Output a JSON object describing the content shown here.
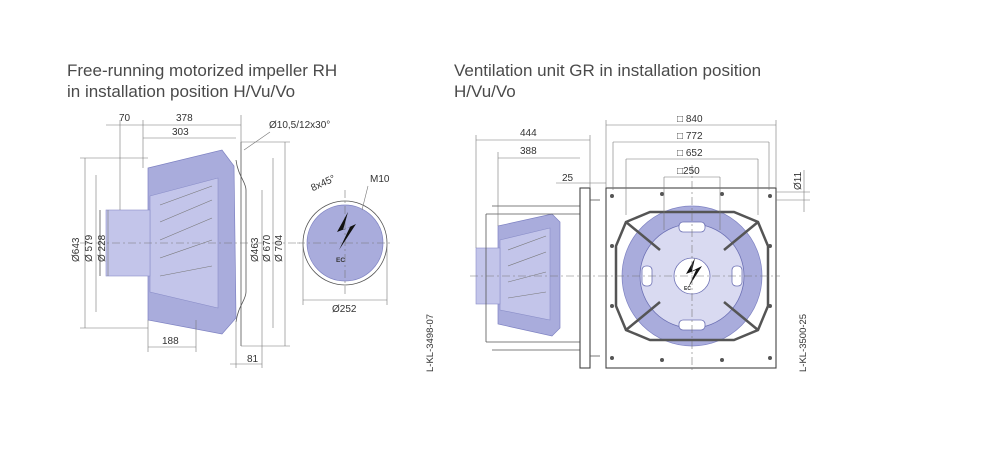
{
  "left_view": {
    "title_line1": "Free-running motorized impeller RH",
    "title_line2": "in installation position H/Vu/Vo",
    "dims": {
      "d70": "70",
      "d378": "378",
      "d303": "303",
      "holes": "Ø10,5/12x30°",
      "angle": "8x45°",
      "thread": "M10",
      "d643": "Ø643",
      "d579": "Ø 579",
      "d228": "Ø 228",
      "d463": "Ø463",
      "d670": "Ø 670",
      "d704": "Ø 704",
      "d252": "Ø252",
      "d188": "188",
      "d81": "81"
    },
    "drawing_code": "L-KL-3498-07"
  },
  "right_view": {
    "title_line1": "Ventilation unit GR in installation position",
    "title_line2": "H/Vu/Vo",
    "dims": {
      "d444": "444",
      "d388": "388",
      "d25": "25",
      "sq840": "□ 840",
      "sq772": "□ 772",
      "sq652": "□ 652",
      "sq250": "□250",
      "d11": "Ø11"
    },
    "drawing_code": "L-KL-3500-25"
  },
  "colors": {
    "impeller_blue": "#a9acdc",
    "outline": "#444444"
  },
  "logo_text": "EC"
}
